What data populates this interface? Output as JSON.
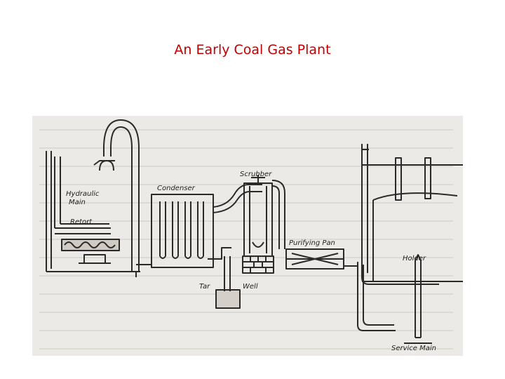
{
  "slide": {
    "title": "An Early Coal Gas Plant"
  },
  "diagram": {
    "labels": {
      "hydraulic_main_line1": "Hydraulic",
      "hydraulic_main_line2": "Main",
      "retort": "Retort",
      "condenser": "Condenser",
      "scrubber": "Scrubber",
      "purifying_pan": "Purifying Pan",
      "tar": "Tar",
      "well": "Well",
      "holder": "Holder",
      "service_main": "Service Main"
    }
  }
}
